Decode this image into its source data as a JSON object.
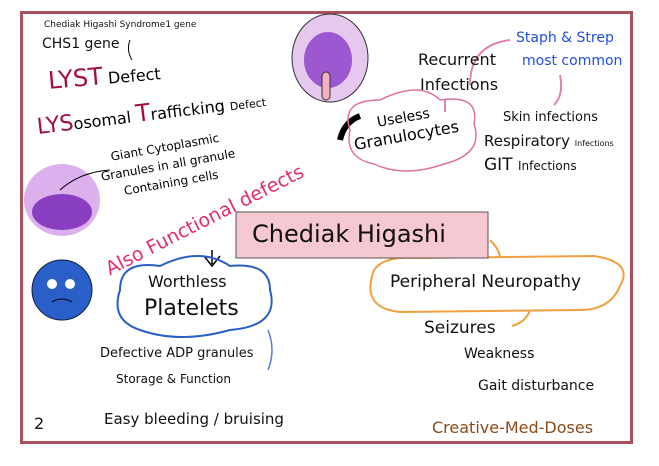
{
  "gene": {
    "full_name": "Chediak Higashi Syndrome1 gene",
    "short": "CHS1 gene"
  },
  "lyst": {
    "abbr": "LYST",
    "defect": "Defect"
  },
  "lysosomal": {
    "lys": "LYS",
    "osomal": "osomal",
    "t": "T",
    "rafficking": "rafficking",
    "defect": "Defect"
  },
  "granules": [
    "Giant Cytoplasmic",
    "Granules in all granule",
    "Containing cells"
  ],
  "functional": "Also Functional defects",
  "title": "Chediak Higashi",
  "granulocytes": {
    "line1": "Useless",
    "line2": "Granulocytes"
  },
  "infections": {
    "line1": "Recurrent",
    "line2": "Infections",
    "staph": "Staph & Strep",
    "common": "most common",
    "skin": "Skin infections",
    "resp": "Respiratory",
    "resp_small": "Infections",
    "git": "GIT",
    "git_small": "Infections"
  },
  "platelets": {
    "line1": "Worthless",
    "line2": "Platelets",
    "adp": "Defective ADP granules",
    "storage": "Storage & Function",
    "bleeding": "Easy bleeding / bruising"
  },
  "neuro": {
    "title": "Peripheral Neuropathy",
    "seizures": "Seizures",
    "weakness": "Weakness",
    "gait": "Gait disturbance"
  },
  "page_number": "2",
  "brand": "Creative-Med-Doses"
}
